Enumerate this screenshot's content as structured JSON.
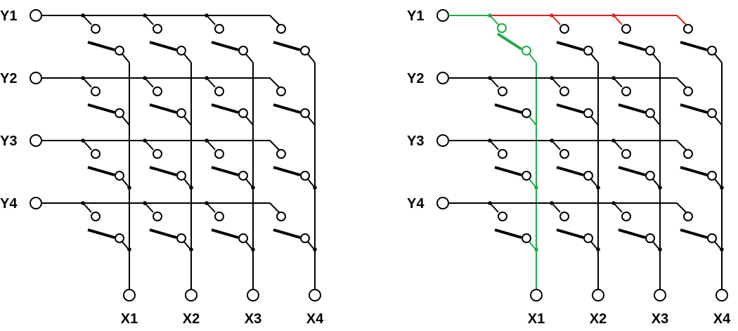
{
  "left_matrix": {
    "row_labels": [
      "Y1",
      "Y2",
      "Y3",
      "Y4"
    ],
    "column_labels": [
      "X1",
      "X2",
      "X3",
      "X4"
    ]
  },
  "right_matrix": {
    "row_labels": [
      "Y1",
      "Y2",
      "Y3",
      "Y4"
    ],
    "column_labels": [
      "X1",
      "X2",
      "X3",
      "X4"
    ],
    "closed_switch": {
      "row": "Y1",
      "column": "X1"
    }
  },
  "colors": {
    "wire": "#000000",
    "active_path": "#22aa44",
    "blocked_path": "#e02020"
  }
}
